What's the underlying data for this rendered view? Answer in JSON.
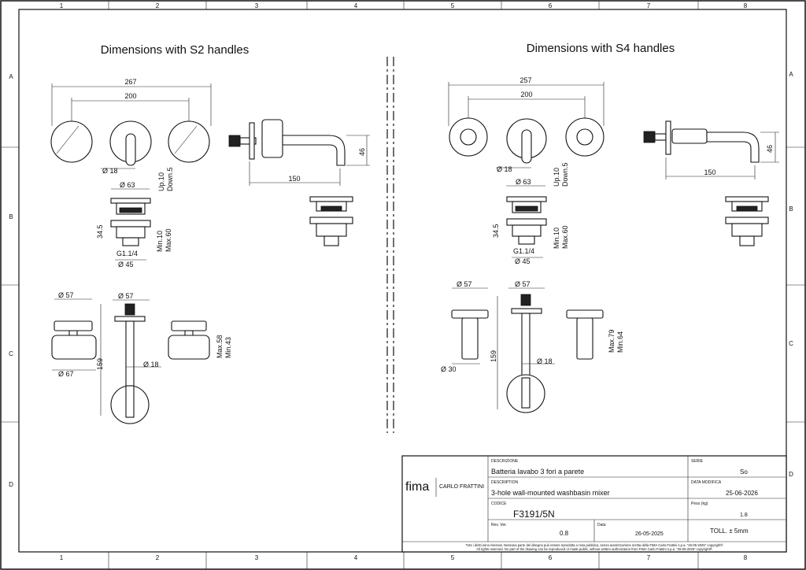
{
  "grid": {
    "columns": [
      "1",
      "2",
      "3",
      "4",
      "5",
      "6",
      "7",
      "8"
    ],
    "rows": [
      "A",
      "B",
      "C",
      "D"
    ]
  },
  "sections": {
    "s2_title": "Dimensions with S2 handles",
    "s4_title": "Dimensions with S4 handles"
  },
  "dims_s2": {
    "overall_width": "267",
    "centers": "200",
    "pipe_dia": "Ø 18",
    "up_down_1": "Up.10",
    "up_down_2": "Down.5",
    "spout_len": "150",
    "spout_h": "46",
    "waste_dia": "Ø 63",
    "waste_h": "34.5",
    "thread": "G1.1/4",
    "min_max_1": "Min.10",
    "min_max_2": "Max.60",
    "waste_bottom_dia": "Ø 45",
    "handle_top_dia": "Ø 57",
    "handle_bottom_dia": "Ø 67",
    "spout_flange_dia": "Ø 57",
    "body_len": "159",
    "body_pipe_dia": "Ø 18",
    "handle_max": "Max.58",
    "handle_min": "Min.43"
  },
  "dims_s4": {
    "overall_width": "257",
    "centers": "200",
    "pipe_dia": "Ø 18",
    "up_down_1": "Up.10",
    "up_down_2": "Down.5",
    "spout_len": "150",
    "spout_h": "46",
    "waste_dia": "Ø 63",
    "waste_h": "34.5",
    "thread": "G1.1/4",
    "min_max_1": "Min.10",
    "min_max_2": "Max.60",
    "waste_bottom_dia": "Ø 45",
    "handle_top_dia": "Ø 57",
    "handle_bottom_dia": "Ø 30",
    "spout_flange_dia": "Ø 57",
    "body_len": "159",
    "body_pipe_dia": "Ø 18",
    "handle_max": "Max.79",
    "handle_min": "Min.64"
  },
  "title_block": {
    "logo_main": "fima",
    "logo_sub": "CARLO FRATTINI",
    "lbl_descrizione": "DESCRIZIONE",
    "descrizione": "Batteria lavabo 3 fori a parete",
    "lbl_description": "DESCRIPTION",
    "description": "3-hole wall-mounted washbasin mixer",
    "lbl_codice": "CODICE",
    "codice": "F3191/5N",
    "lbl_rev": "Rev. Ver.",
    "rev": "0.8",
    "lbl_data": "Data",
    "data": "26-05-2025",
    "lbl_serie": "SERIE",
    "serie": "So",
    "lbl_data_modifica": "DATA MODIFICA",
    "data_modifica": "25-06-2026",
    "lbl_peso": "Peso (kg)",
    "peso": "1.8",
    "toll": "TOLL. ± 5mm",
    "copyright_1": "Tutti i diritti sono riservati. Nessuna parte del disegno può essere riprodotta o resa pubblica, senza autorizzazione scritta della FIMA Carlo Frattini s.p.a. \"26-05-2025\" copyright®",
    "copyright_2": "All rights reserved. No part of the drawing can be reproduced or made public, without written authorization from FIMA Carlo Frattini s.p.a. \"26-05-2025\" copyright®"
  }
}
